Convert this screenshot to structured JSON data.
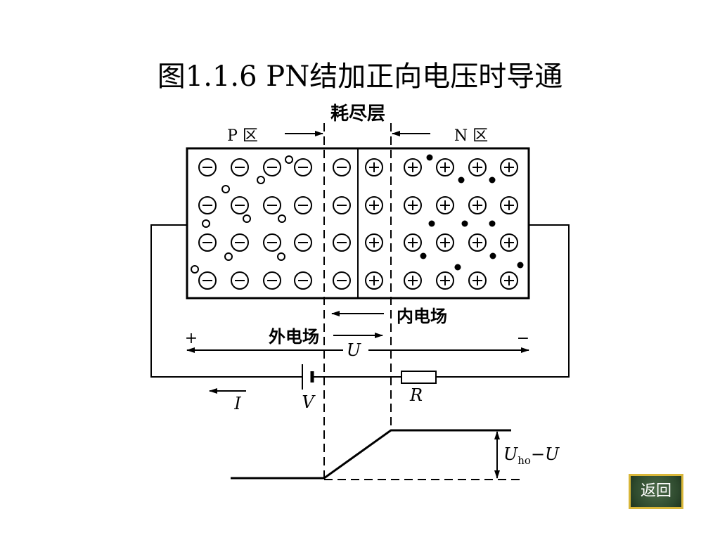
{
  "title": "图1.1.6 PN结加正向电压时导通",
  "labels": {
    "depletion_layer": "耗尽层",
    "p_region": "P 区",
    "n_region": "N 区",
    "internal_field": "内电场",
    "external_field": "外电场",
    "plus_sign": "+",
    "minus_sign": "−",
    "voltage_u": "U",
    "current_i": "I",
    "source_v": "V",
    "resistor_r": "R",
    "barrier_u": "U",
    "barrier_sub": "ho",
    "barrier_tail": "−U"
  },
  "ion_symbols": {
    "negative": "⊖",
    "positive": "⊕"
  },
  "nav": {
    "back_label": "返回"
  },
  "colors": {
    "line": "#000000",
    "button_border": "#d9b73a",
    "button_bg": "#2e4a2e"
  }
}
